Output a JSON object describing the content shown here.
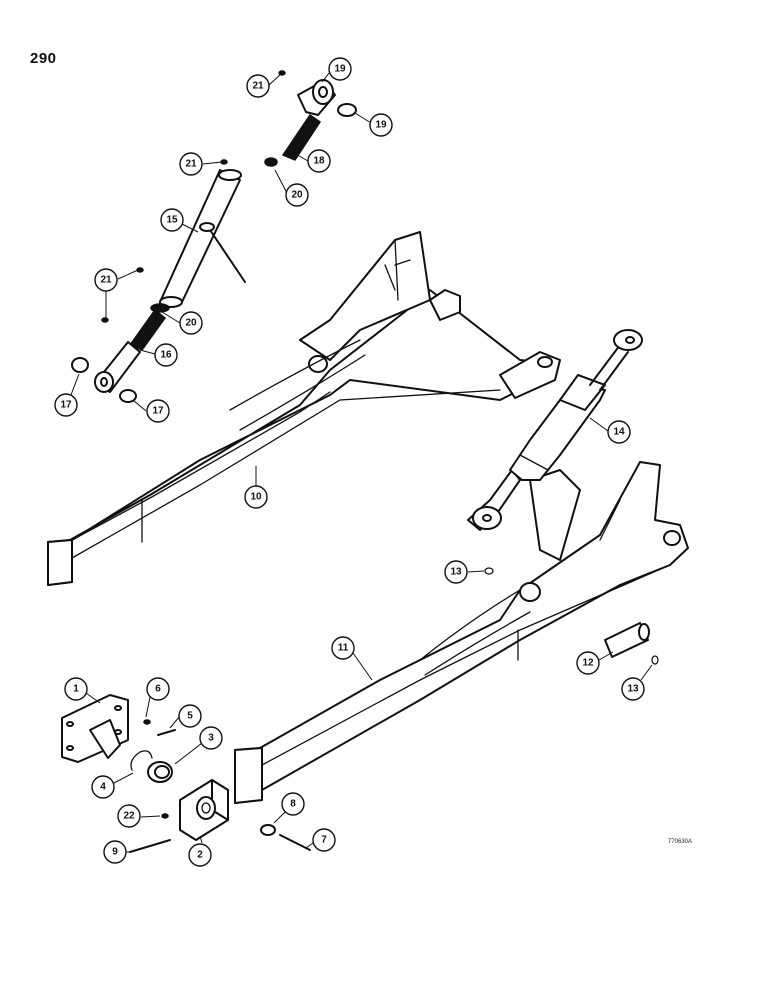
{
  "page_number": "290",
  "figure_code": "770630A",
  "callouts": [
    {
      "id": "c19a",
      "label": "19"
    },
    {
      "id": "c21a",
      "label": "21"
    },
    {
      "id": "c19b",
      "label": "19"
    },
    {
      "id": "c18",
      "label": "18"
    },
    {
      "id": "c21b",
      "label": "21"
    },
    {
      "id": "c20a",
      "label": "20"
    },
    {
      "id": "c15",
      "label": "15"
    },
    {
      "id": "c21c",
      "label": "21"
    },
    {
      "id": "c20b",
      "label": "20"
    },
    {
      "id": "c16",
      "label": "16"
    },
    {
      "id": "c17a",
      "label": "17"
    },
    {
      "id": "c17b",
      "label": "17"
    },
    {
      "id": "c10",
      "label": "10"
    },
    {
      "id": "c14",
      "label": "14"
    },
    {
      "id": "c13a",
      "label": "13"
    },
    {
      "id": "c11",
      "label": "11"
    },
    {
      "id": "c12",
      "label": "12"
    },
    {
      "id": "c13b",
      "label": "13"
    },
    {
      "id": "c1",
      "label": "1"
    },
    {
      "id": "c6",
      "label": "6"
    },
    {
      "id": "c5",
      "label": "5"
    },
    {
      "id": "c3",
      "label": "3"
    },
    {
      "id": "c4",
      "label": "4"
    },
    {
      "id": "c22",
      "label": "22"
    },
    {
      "id": "c8",
      "label": "8"
    },
    {
      "id": "c7",
      "label": "7"
    },
    {
      "id": "c9",
      "label": "9"
    },
    {
      "id": "c2",
      "label": "2"
    }
  ]
}
